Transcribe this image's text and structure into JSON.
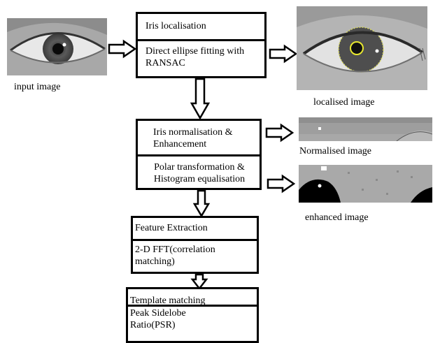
{
  "images": {
    "input": {
      "caption": "input image"
    },
    "localised": {
      "caption": "localised image"
    },
    "normalised": {
      "caption": "Normalised image"
    },
    "enhanced": {
      "caption": "enhanced image"
    }
  },
  "stages": [
    {
      "title": "Iris localisation",
      "detail": "Direct ellipse fitting with RANSAC"
    },
    {
      "title": "Iris normalisation & Enhancement",
      "detail": "Polar transformation & Histogram equalisation"
    },
    {
      "title": "Feature Extraction",
      "detail": "2-D FFT(correlation matching)"
    },
    {
      "title": "Template matching",
      "detail": "Peak Sidelobe Ratio(PSR)"
    }
  ]
}
